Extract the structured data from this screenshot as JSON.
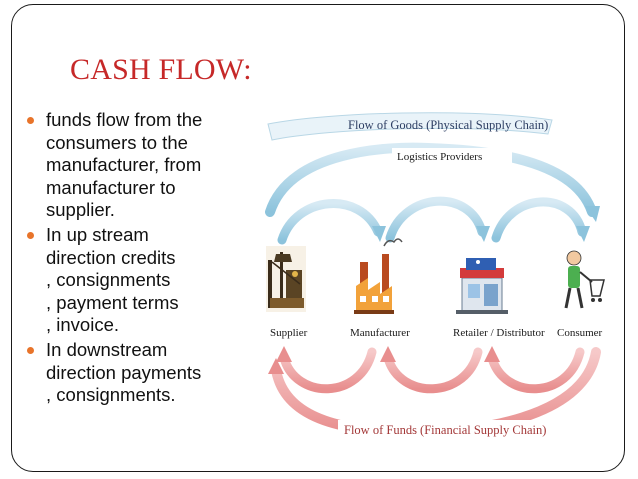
{
  "slide": {
    "title": "CASH FLOW:",
    "bullets": [
      [
        "funds flow from the",
        "consumers to the",
        "manufacturer, from",
        "manufacturer to",
        "supplier."
      ],
      [
        "In up stream",
        "direction credits",
        ", consignments",
        ", payment terms",
        ", invoice."
      ],
      [
        "In downstream",
        "direction payments",
        ", consignments."
      ]
    ]
  },
  "diagram": {
    "goods_banner": "Flow of Goods (Physical Supply Chain)",
    "logistics_label": "Logistics Providers",
    "funds_banner": "Flow of Funds (Financial Supply Chain)",
    "nodes": {
      "supplier": "Supplier",
      "manufacturer": "Manufacturer",
      "retailer": "Retailer / Distributor",
      "consumer": "Consumer"
    },
    "colors": {
      "goods_arrow": "#8cc3dc",
      "funds_arrow": "#ec9c9c",
      "banner_text_blue": "#2d3e63",
      "banner_text_red": "#a33737",
      "title": "#c62828",
      "bullet": "#e8742a"
    }
  }
}
